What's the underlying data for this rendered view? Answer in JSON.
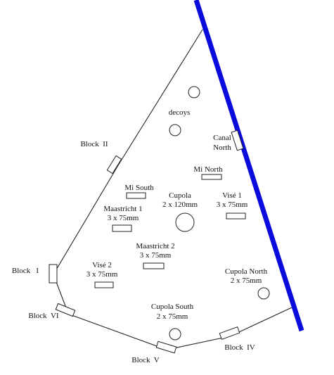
{
  "colors": {
    "canal": "#0a0adc",
    "outline": "#222222",
    "background": "#ffffff"
  },
  "labels": {
    "decoys": "decoys",
    "canal_north_line1": "Canal",
    "canal_north_line2": "North",
    "block_ii": "Block  II",
    "mi_north": "Mi North",
    "mi_south": "Mi South",
    "cupola_line1": "Cupola",
    "cupola_line2": "2 x 120mm",
    "vise1_line1": "Visé 1",
    "vise1_line2": "3 x 75mm",
    "maastricht1_line1": "Maastricht 1",
    "maastricht1_line2": "3 x 75mm",
    "maastricht2_line1": "Maastricht 2",
    "maastricht2_line2": "3 x 75mm",
    "vise2_line1": "Visé 2",
    "vise2_line2": "3 x 75mm",
    "block_i": "Block   I",
    "cupola_north_line1": "Cupola North",
    "cupola_north_line2": "2 x 75mm",
    "block_vi": "Block  VI",
    "cupola_south_line1": "Cupola South",
    "cupola_south_line2": "2 x 75mm",
    "block_iv": "Block  IV",
    "block_v": "Block  V"
  }
}
